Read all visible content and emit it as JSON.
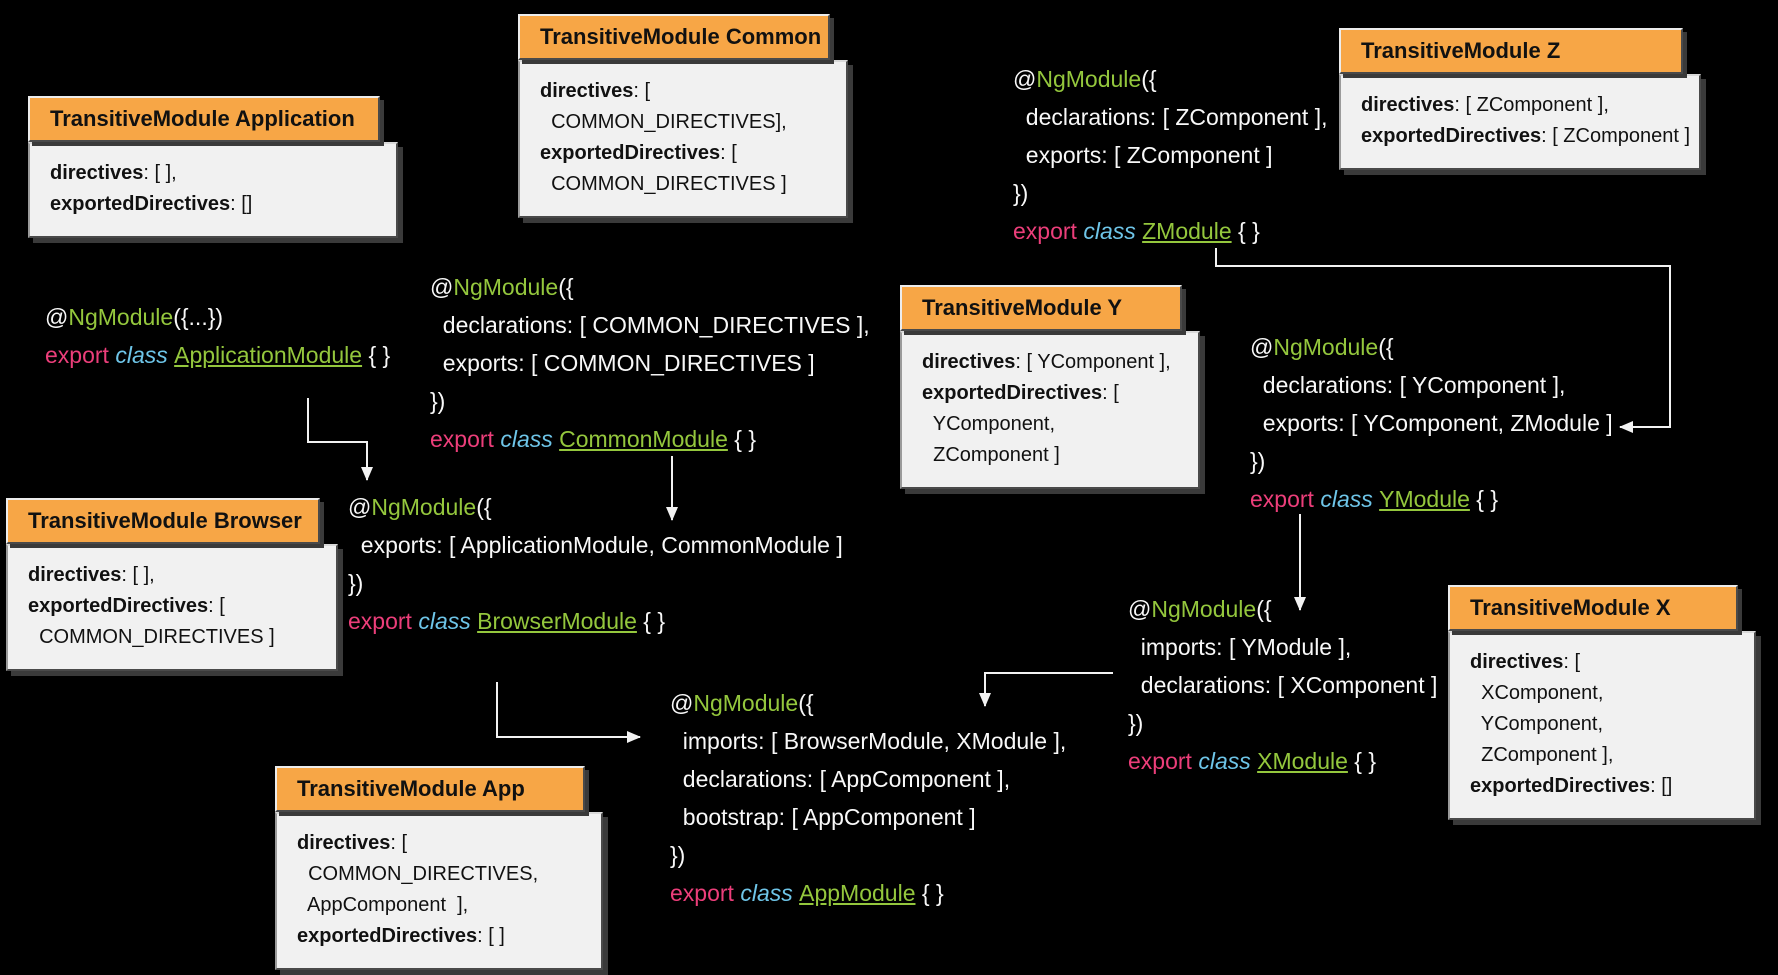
{
  "colors": {
    "background": "#000000",
    "box_header_orange": "#F7A646",
    "box_body_grey": "#F1F1F1",
    "code_white": "#F8F8F8",
    "keyword_green": "#94C73D",
    "export_pink": "#EC3E7A",
    "class_cyan": "#6EC5E8",
    "arrow": "#F2F2F2"
  },
  "boxes": {
    "application": {
      "title": "TransitiveModule Application",
      "lines": [
        {
          "key": "directives",
          "rest": ": [ ],"
        },
        {
          "key": "exportedDirectives",
          "rest": ": []"
        }
      ]
    },
    "common": {
      "title": "TransitiveModule Common",
      "lines": [
        {
          "key": "directives",
          "rest": ": ["
        },
        {
          "key": "",
          "rest": "  COMMON_DIRECTIVES],"
        },
        {
          "key": "exportedDirectives",
          "rest": ": ["
        },
        {
          "key": "",
          "rest": "  COMMON_DIRECTIVES ]"
        }
      ]
    },
    "z": {
      "title": "TransitiveModule Z",
      "lines": [
        {
          "key": "directives",
          "rest": ": [ ZComponent ],"
        },
        {
          "key": "exportedDirectives",
          "rest": ": [ ZComponent ]"
        }
      ]
    },
    "y": {
      "title": "TransitiveModule Y",
      "lines": [
        {
          "key": "directives",
          "rest": ": [ YComponent ],"
        },
        {
          "key": "exportedDirectives",
          "rest": ": ["
        },
        {
          "key": "",
          "rest": "  YComponent,"
        },
        {
          "key": "",
          "rest": "  ZComponent ]"
        }
      ]
    },
    "browser": {
      "title": "TransitiveModule Browser",
      "lines": [
        {
          "key": "directives",
          "rest": ": [ ],"
        },
        {
          "key": "exportedDirectives",
          "rest": ": ["
        },
        {
          "key": "",
          "rest": "  COMMON_DIRECTIVES ]"
        }
      ]
    },
    "x": {
      "title": "TransitiveModule X",
      "lines": [
        {
          "key": "directives",
          "rest": ": ["
        },
        {
          "key": "",
          "rest": "  XComponent,"
        },
        {
          "key": "",
          "rest": "  YComponent,"
        },
        {
          "key": "",
          "rest": "  ZComponent ],"
        },
        {
          "key": "exportedDirectives",
          "rest": ": []"
        }
      ]
    },
    "app": {
      "title": "TransitiveModule App",
      "lines": [
        {
          "key": "directives",
          "rest": ": ["
        },
        {
          "key": "",
          "rest": "  COMMON_DIRECTIVES,"
        },
        {
          "key": "",
          "rest": "  AppComponent  ],"
        },
        {
          "key": "exportedDirectives",
          "rest": ": [ ]"
        }
      ]
    }
  },
  "code": {
    "application": {
      "lines": [
        [
          [
            "@",
            "w"
          ],
          [
            "NgModule",
            "g"
          ],
          [
            "({...})",
            "w"
          ]
        ],
        [
          [
            "export ",
            "p"
          ],
          [
            "class ",
            "c"
          ],
          [
            "ApplicationModule",
            "u"
          ],
          [
            " { }",
            "w"
          ]
        ]
      ]
    },
    "common": {
      "lines": [
        [
          [
            "@",
            "w"
          ],
          [
            "NgModule",
            "g"
          ],
          [
            "({",
            "w"
          ]
        ],
        [
          [
            "  declarations: [ COMMON_DIRECTIVES ],",
            "w"
          ]
        ],
        [
          [
            "  exports: [ COMMON_DIRECTIVES ]",
            "w"
          ]
        ],
        [
          [
            "})",
            "w"
          ]
        ],
        [
          [
            "export ",
            "p"
          ],
          [
            "class ",
            "c"
          ],
          [
            "CommonModule",
            "u"
          ],
          [
            " { }",
            "w"
          ]
        ]
      ]
    },
    "z": {
      "lines": [
        [
          [
            "@",
            "w"
          ],
          [
            "NgModule",
            "g"
          ],
          [
            "({",
            "w"
          ]
        ],
        [
          [
            "  declarations: [ ZComponent ],",
            "w"
          ]
        ],
        [
          [
            "  exports: [ ZComponent ]",
            "w"
          ]
        ],
        [
          [
            "})",
            "w"
          ]
        ],
        [
          [
            "export ",
            "p"
          ],
          [
            "class ",
            "c"
          ],
          [
            "ZModule",
            "u"
          ],
          [
            " { }",
            "w"
          ]
        ]
      ]
    },
    "y": {
      "lines": [
        [
          [
            "@",
            "w"
          ],
          [
            "NgModule",
            "g"
          ],
          [
            "({",
            "w"
          ]
        ],
        [
          [
            "  declarations: [ YComponent ],",
            "w"
          ]
        ],
        [
          [
            "  exports: [ YComponent, ZModule ]",
            "w"
          ]
        ],
        [
          [
            "})",
            "w"
          ]
        ],
        [
          [
            "export ",
            "p"
          ],
          [
            "class ",
            "c"
          ],
          [
            "YModule",
            "u"
          ],
          [
            " { }",
            "w"
          ]
        ]
      ]
    },
    "browser": {
      "lines": [
        [
          [
            "@",
            "w"
          ],
          [
            "NgModule",
            "g"
          ],
          [
            "({",
            "w"
          ]
        ],
        [
          [
            "  exports: [ ApplicationModule, CommonModule ]",
            "w"
          ]
        ],
        [
          [
            "})",
            "w"
          ]
        ],
        [
          [
            "export ",
            "p"
          ],
          [
            "class ",
            "c"
          ],
          [
            "BrowserModule",
            "u"
          ],
          [
            " { }",
            "w"
          ]
        ]
      ]
    },
    "x": {
      "lines": [
        [
          [
            "@",
            "w"
          ],
          [
            "NgModule",
            "g"
          ],
          [
            "({",
            "w"
          ]
        ],
        [
          [
            "  imports: [ YModule ],",
            "w"
          ]
        ],
        [
          [
            "  declarations: [ XComponent ]",
            "w"
          ]
        ],
        [
          [
            "})",
            "w"
          ]
        ],
        [
          [
            "export ",
            "p"
          ],
          [
            "class ",
            "c"
          ],
          [
            "XModule",
            "u"
          ],
          [
            " { }",
            "w"
          ]
        ]
      ]
    },
    "app": {
      "lines": [
        [
          [
            "@",
            "w"
          ],
          [
            "NgModule",
            "g"
          ],
          [
            "({",
            "w"
          ]
        ],
        [
          [
            "  imports: [ BrowserModule, XModule ],",
            "w"
          ]
        ],
        [
          [
            "  declarations: [ AppComponent ],",
            "w"
          ]
        ],
        [
          [
            "  bootstrap: [ AppComponent ]",
            "w"
          ]
        ],
        [
          [
            "})",
            "w"
          ]
        ],
        [
          [
            "export ",
            "p"
          ],
          [
            "class ",
            "c"
          ],
          [
            "AppModule",
            "u"
          ],
          [
            " { }",
            "w"
          ]
        ]
      ]
    }
  },
  "arrows": [
    {
      "from": "ApplicationModule",
      "to": "BrowserModule code"
    },
    {
      "from": "CommonModule",
      "to": "BrowserModule exports"
    },
    {
      "from": "ZModule",
      "to": "YModule exports"
    },
    {
      "from": "YModule",
      "to": "XModule code"
    },
    {
      "from": "XModule",
      "to": "AppModule imports"
    },
    {
      "from": "BrowserModule",
      "to": "AppModule code"
    }
  ]
}
